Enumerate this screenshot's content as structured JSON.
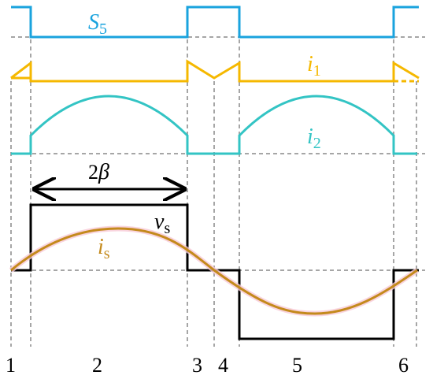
{
  "waveforms": {
    "s5": {
      "symbol": "S",
      "subscript": "5",
      "color": "#1aa3de"
    },
    "i1": {
      "symbol": "i",
      "subscript": "1",
      "color": "#f5b800"
    },
    "i2": {
      "symbol": "i",
      "subscript": "2",
      "color": "#33c4c4"
    },
    "vs": {
      "symbol": "v",
      "subscript": "s",
      "color": "#000000"
    },
    "is": {
      "symbol": "i",
      "subscript": "s",
      "color": "#c48a1c"
    }
  },
  "annotation": {
    "width_label_coef": "2",
    "width_label_symbol": "β"
  },
  "intervals": [
    "1",
    "2",
    "3",
    "4",
    "5",
    "6"
  ],
  "colors": {
    "guide": "#a6a6a6",
    "is_glow": "#f7c9d6"
  }
}
